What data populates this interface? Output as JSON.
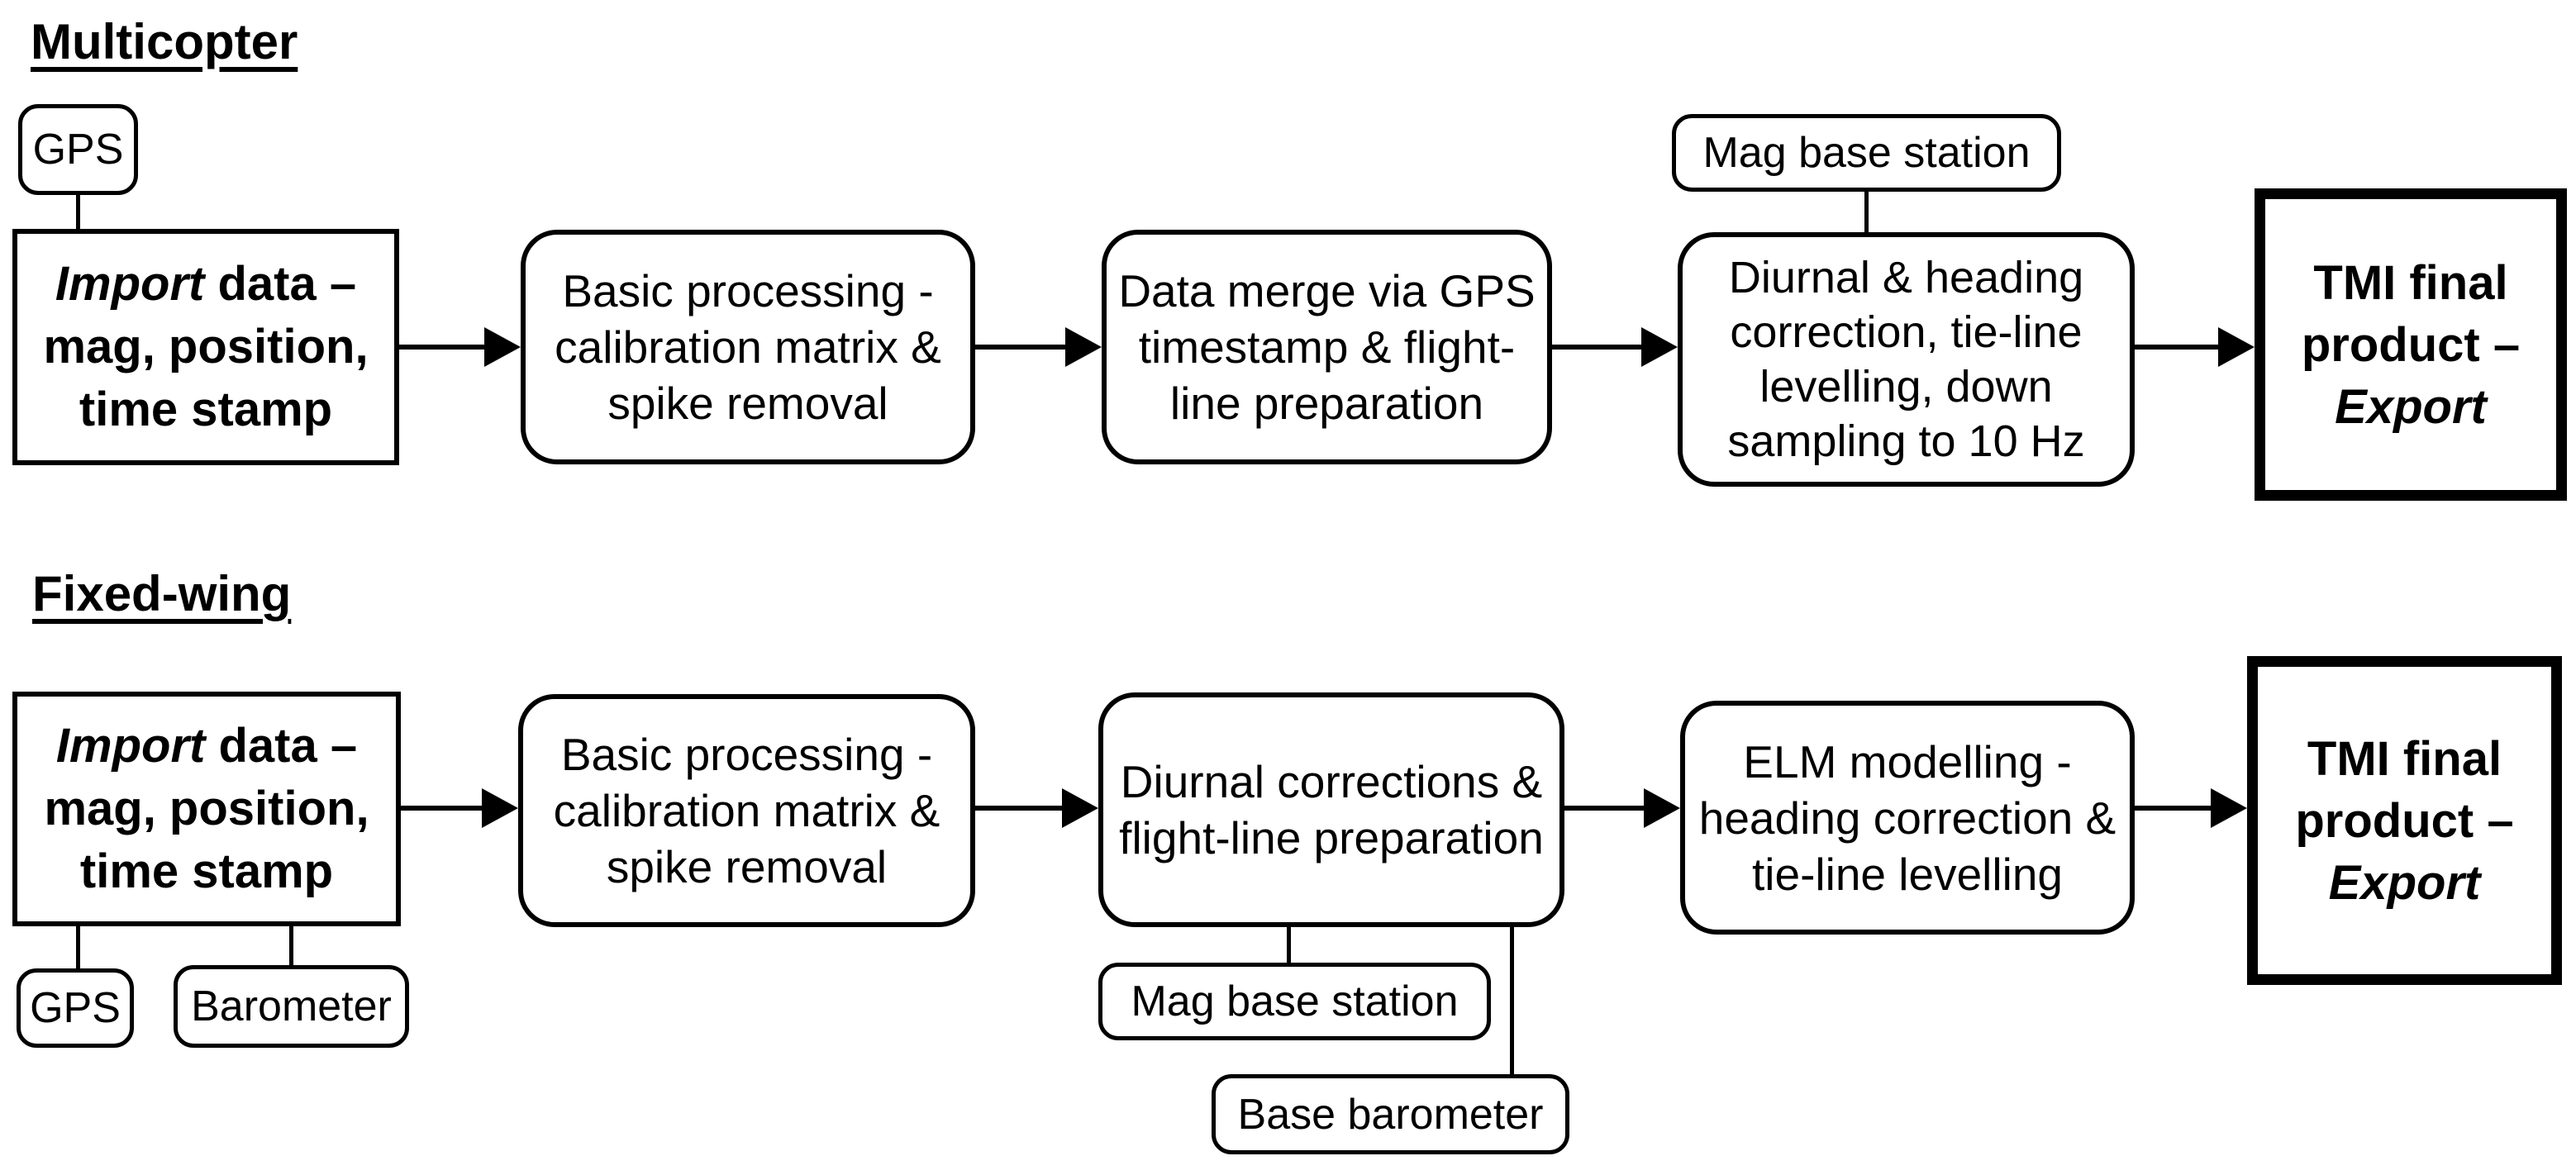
{
  "multicopter": {
    "heading": "Multicopter",
    "gps_label": "GPS",
    "import_box": {
      "line1_italic": "Import",
      "line1_rest": " data –",
      "line2": "mag, position,",
      "line3": "time stamp"
    },
    "basic_processing": {
      "line1": "Basic processing -",
      "line2": "calibration matrix &",
      "line3": "spike removal"
    },
    "data_merge": {
      "line1": "Data merge via GPS",
      "line2": "timestamp & flight-",
      "line3": "line preparation"
    },
    "mag_base_station_label": "Mag base station",
    "diurnal_correction": {
      "line1": "Diurnal & heading",
      "line2": "correction, tie-line",
      "line3": "levelling, down",
      "line4": "sampling to 10 Hz"
    },
    "final_product": {
      "line1": "TMI final",
      "line2": "product –",
      "line3_italic": "Export"
    }
  },
  "fixed_wing": {
    "heading": "Fixed-wing",
    "gps_label": "GPS",
    "barometer_label": "Barometer",
    "import_box": {
      "line1_italic": "Import",
      "line1_rest": " data –",
      "line2": "mag, position,",
      "line3": "time stamp"
    },
    "basic_processing": {
      "line1": "Basic processing -",
      "line2": "calibration matrix &",
      "line3": "spike removal"
    },
    "diurnal_corrections": {
      "line1": "Diurnal corrections &",
      "line2": "flight-line preparation"
    },
    "mag_base_station_label": "Mag base station",
    "base_barometer_label": "Base barometer",
    "elm_modelling": {
      "line1": "ELM modelling -",
      "line2": "heading correction &",
      "line3": "tie-line levelling"
    },
    "final_product": {
      "line1": "TMI final",
      "line2": "product –",
      "line3_italic": "Export"
    }
  }
}
